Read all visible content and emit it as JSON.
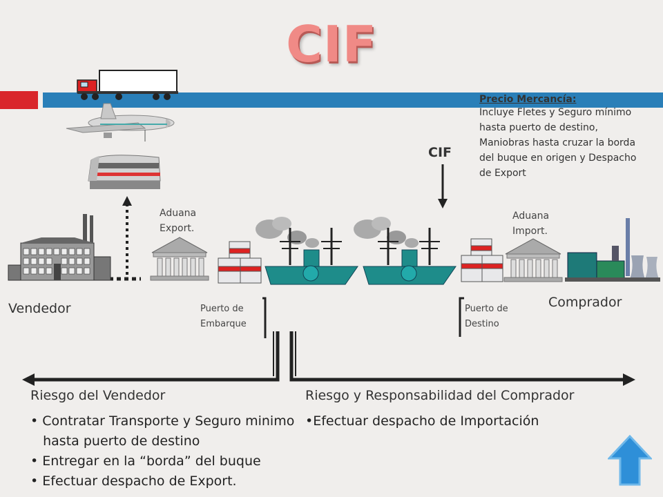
{
  "slide": {
    "title": "CIF",
    "cif_marker": "CIF",
    "price_box": {
      "heading": "Precio Mercancía:",
      "lines": [
        "Incluye Fletes y Seguro  mínimo",
        "hasta puerto  de destino,",
        "Maniobras  hasta cruzar la borda",
        "del buque en origen  y Despacho",
        "de Export"
      ]
    },
    "customs_export": [
      "Aduana",
      "Export."
    ],
    "customs_import": [
      "Aduana",
      "Import."
    ],
    "seller": "Vendedor",
    "buyer": "Comprador",
    "port_origin": [
      "Puerto de",
      "Embarque"
    ],
    "port_destination": [
      "Puerto de",
      "Destino"
    ],
    "seller_risk": {
      "heading": "Riesgo del Vendedor",
      "bullets": [
        "• Contratar Transporte y Seguro minimo",
        "   hasta puerto de destino",
        "• Entregar en la “borda” del buque",
        "• Efectuar despacho de Export."
      ]
    },
    "buyer_risk": {
      "heading": "Riesgo y Responsabilidad del Comprador",
      "bullets": [
        "•Efectuar despacho de Importación"
      ]
    }
  },
  "colors": {
    "title": "#f08a86",
    "accent_red": "#d9262b",
    "accent_blue": "#2a7fb8",
    "ship": "#1e8c8a",
    "nav_arrow": "#2e8fd8"
  },
  "icons": [
    "truck-icon",
    "airplane-icon",
    "train-icon",
    "factory-icon",
    "customs-building-icon",
    "container-icon",
    "ship-icon",
    "industrial-plant-icon",
    "up-arrow-nav-icon"
  ]
}
